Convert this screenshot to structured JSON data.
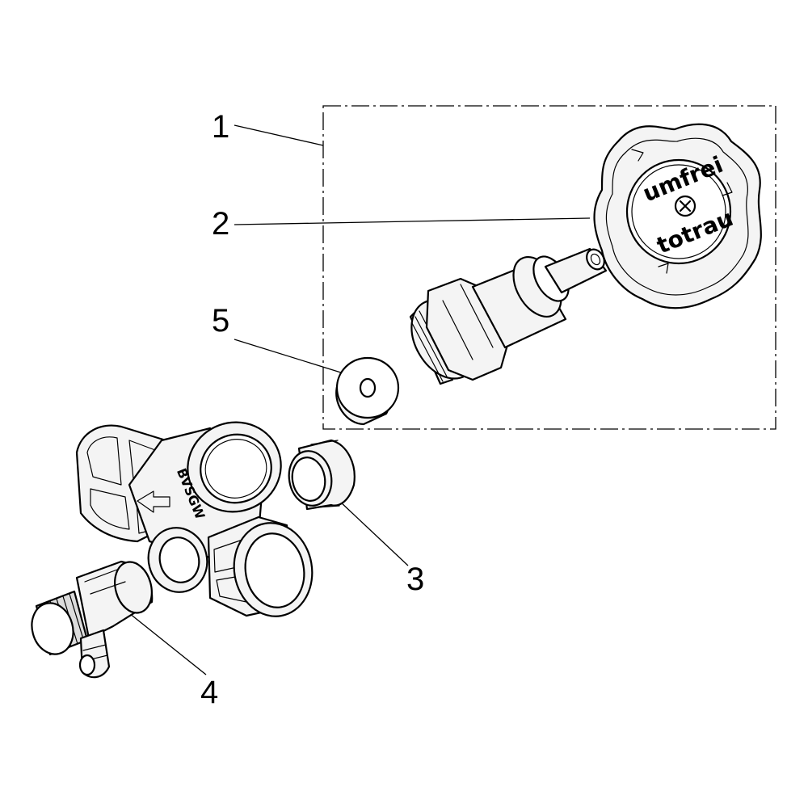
{
  "callouts": {
    "c1": "1",
    "c2": "2",
    "c3": "3",
    "c4": "4",
    "c5": "5"
  },
  "engraving": {
    "top": "umfrei",
    "bottom": "totrau",
    "valve_mark": "BVSGW"
  },
  "colors": {
    "line": "#000000",
    "background": "#ffffff",
    "fill": "#f4f4f4"
  }
}
